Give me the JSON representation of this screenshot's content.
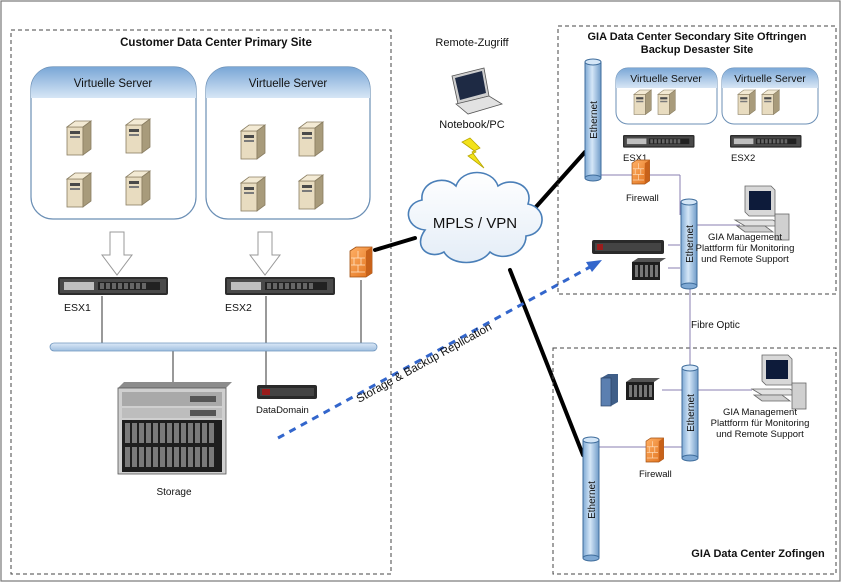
{
  "primary_site": {
    "title": "Customer Data Center Primary Site",
    "vs_left": "Virtuelle Server",
    "vs_right": "Virtuelle Server",
    "esx1": "ESX1",
    "esx2": "ESX2",
    "datadomain": "DataDomain",
    "storage": "Storage"
  },
  "remote": {
    "title": "Remote-Zugriff",
    "device": "Notebook/PC"
  },
  "network": {
    "cloud": "MPLS / VPN",
    "replication": "Storage & Backup Replication",
    "fibre": "Fibre Optic"
  },
  "secondary_site": {
    "title_line1": "GIA Data Center Secondary Site Oftringen",
    "title_line2": "Backup Desaster Site",
    "vs_left": "Virtuelle Server",
    "vs_right": "Virtuelle Server",
    "esx1": "ESX1",
    "esx2": "ESX2",
    "firewall": "Firewall",
    "ethernet_top": "Ethernet",
    "ethernet_mid": "Ethernet",
    "mgmt_line1": "GIA Management",
    "mgmt_line2": "Plattform für Monitoring",
    "mgmt_line3": "und Remote Support"
  },
  "zofingen_site": {
    "title": "GIA Data Center Zofingen",
    "firewall": "Firewall",
    "ethernet_mid": "Ethernet",
    "ethernet_bottom": "Ethernet",
    "mgmt_line1": "GIA Management",
    "mgmt_line2": "Plattform für Monitoring",
    "mgmt_line3": "und Remote Support"
  },
  "colors": {
    "cloud_blue": "#4a7fb8",
    "replication_blue": "#3366cc",
    "firewall_orange": "#f08a2e",
    "ethernet_blue": "#a8c8e8",
    "bus_blue": "#b9d4ee"
  }
}
